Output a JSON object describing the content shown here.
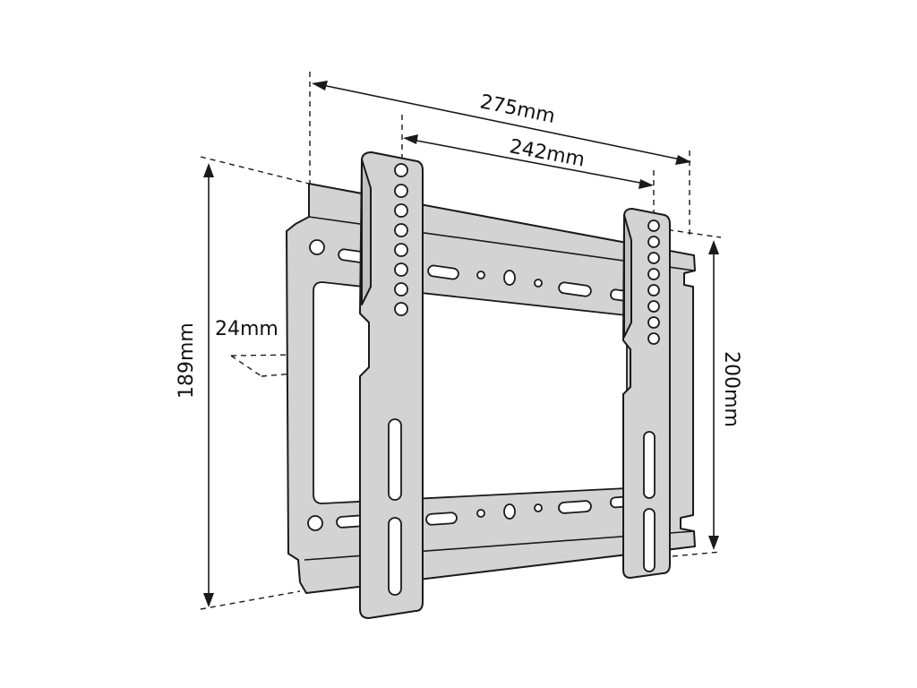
{
  "dimensions": {
    "overall_width": "275mm",
    "hole_spacing_width": "242mm",
    "overall_height": "189mm",
    "arm_height": "200mm",
    "depth": "24mm"
  },
  "colors": {
    "line": "#1a1a1a",
    "metal": "#d3d3d3",
    "background": "#ffffff"
  }
}
